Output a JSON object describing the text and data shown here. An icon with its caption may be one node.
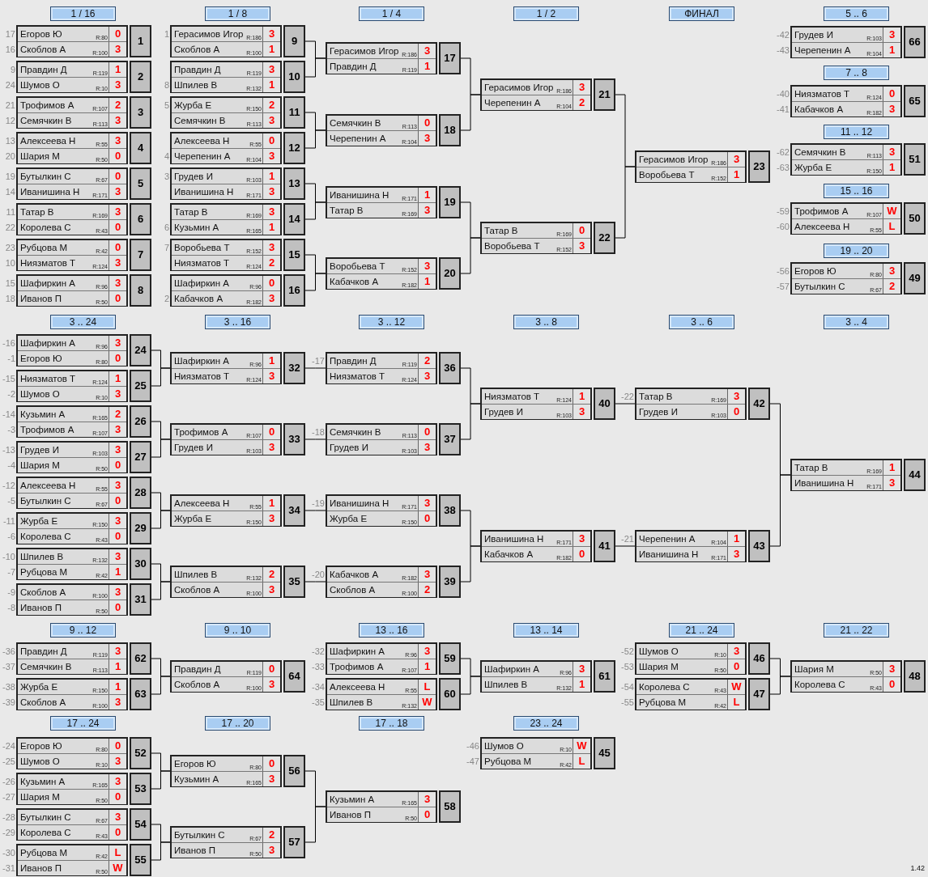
{
  "diagram": {
    "nodes": [
      {
        "text": [
          "1 / 16"
        ]
      },
      {
        "text": [
          "1"
        ]
      },
      {
        "text": [
          "Егоров Ю",
          "R:80",
          "0"
        ],
        "in": 1,
        "beside": [
          "17"
        ]
      },
      {
        "text": [
          "Скоблов А",
          "R:100",
          "3"
        ],
        "in": 1,
        "beside": [
          "16"
        ]
      },
      {
        "text": [
          "2"
        ]
      },
      {
        "text": [
          "Правдин Д",
          "R:119",
          "1"
        ],
        "in": 4,
        "beside": [
          "9"
        ]
      },
      {
        "text": [
          "Шумов О",
          "R:10",
          "3"
        ],
        "in": 4,
        "beside": [
          "24"
        ]
      },
      {
        "text": [
          "3"
        ]
      },
      {
        "text": [
          "Трофимов А",
          "R:107",
          "2"
        ],
        "in": 7,
        "beside": [
          "21"
        ]
      },
      {
        "text": [
          "Семячкин В",
          "R:113",
          "3"
        ],
        "in": 7,
        "beside": [
          "12"
        ]
      },
      {
        "text": [
          "4"
        ]
      },
      {
        "text": [
          "Алексеева Н",
          "R:55",
          "3"
        ],
        "in": 10,
        "beside": [
          "13"
        ]
      },
      {
        "text": [
          "Шария М",
          "R:50",
          "0"
        ],
        "in": 10,
        "beside": [
          "20"
        ]
      },
      {
        "text": [
          "5"
        ]
      },
      {
        "text": [
          "Бутылкин С",
          "R:67",
          "0"
        ],
        "in": 13,
        "beside": [
          "19"
        ]
      },
      {
        "text": [
          "Иванишина Н",
          "R:171",
          "3"
        ],
        "in": 13,
        "beside": [
          "14"
        ]
      },
      {
        "text": [
          "6"
        ]
      },
      {
        "text": [
          "Татар В",
          "R:169",
          "3"
        ],
        "in": 16,
        "beside": [
          "11"
        ]
      },
      {
        "text": [
          "Королева С",
          "R:43",
          "0"
        ],
        "in": 16,
        "beside": [
          "22"
        ]
      },
      {
        "text": [
          "7"
        ]
      },
      {
        "text": [
          "Рубцова М",
          "R:42",
          "0"
        ],
        "in": 19,
        "beside": [
          "23"
        ]
      },
      {
        "text": [
          "Ниязматов Т",
          "R:124",
          "3"
        ],
        "in": 19,
        "beside": [
          "10"
        ]
      },
      {
        "text": [
          "8"
        ]
      },
      {
        "text": [
          "Шафиркин А",
          "R:96",
          "3"
        ],
        "in": 22,
        "beside": [
          "15"
        ]
      },
      {
        "text": [
          "Иванов П",
          "R:50",
          "0"
        ],
        "in": 22,
        "beside": [
          "18"
        ]
      },
      {
        "text": [
          "1 / 8"
        ]
      },
      {
        "text": [
          "9"
        ]
      },
      {
        "text": [
          "Герасимов Игор",
          "R:186",
          "3"
        ],
        "in": 26,
        "beside": [
          "1"
        ]
      },
      {
        "text": [
          "Скоблов А",
          "R:100",
          "1"
        ],
        "in": 26
      },
      {
        "text": [
          "10"
        ]
      },
      {
        "text": [
          "Правдин Д",
          "R:119",
          "3"
        ],
        "in": 29
      },
      {
        "text": [
          "Шпилев В",
          "R:132",
          "1"
        ],
        "in": 29,
        "beside": [
          "8"
        ]
      },
      {
        "text": [
          "11"
        ]
      },
      {
        "text": [
          "Журба Е",
          "R:150",
          "2"
        ],
        "in": 32,
        "beside": [
          "5"
        ]
      },
      {
        "text": [
          "Семячкин В",
          "R:113",
          "3"
        ],
        "in": 32
      },
      {
        "text": [
          "12"
        ]
      },
      {
        "text": [
          "Алексеева Н",
          "R:55",
          "0"
        ],
        "in": 35
      },
      {
        "text": [
          "Черепенин А",
          "R:104",
          "3"
        ],
        "in": 35,
        "beside": [
          "4"
        ]
      },
      {
        "text": [
          "13"
        ]
      },
      {
        "text": [
          "Грудев И",
          "R:103",
          "1"
        ],
        "in": 38,
        "beside": [
          "3"
        ]
      },
      {
        "text": [
          "Иванишина Н",
          "R:171",
          "3"
        ],
        "in": 38
      },
      {
        "text": [
          "14"
        ]
      },
      {
        "text": [
          "Татар В",
          "R:169",
          "3"
        ],
        "in": 41
      },
      {
        "text": [
          "Кузьмин А",
          "R:165",
          "1"
        ],
        "in": 41,
        "beside": [
          "6"
        ]
      },
      {
        "text": [
          "15"
        ]
      },
      {
        "text": [
          "Воробьева Т",
          "R:152",
          "3"
        ],
        "in": 44,
        "beside": [
          "7"
        ]
      },
      {
        "text": [
          "Ниязматов Т",
          "R:124",
          "2"
        ],
        "in": 44
      },
      {
        "text": [
          "16"
        ]
      },
      {
        "text": [
          "Шафиркин А",
          "R:96",
          "0"
        ],
        "in": 47
      },
      {
        "text": [
          "Кабачков А",
          "R:182",
          "3"
        ],
        "in": 47,
        "beside": [
          "2"
        ]
      },
      {
        "text": [
          "1 / 4"
        ]
      },
      {
        "text": [
          "17"
        ]
      },
      {
        "text": [
          "Герасимов Игор",
          "R:186",
          "3"
        ],
        "in": 51
      },
      {
        "text": [
          "Правдин Д",
          "R:119",
          "1"
        ],
        "in": 51
      },
      {
        "text": [
          "18"
        ]
      },
      {
        "text": [
          "Семячкин В",
          "R:113",
          "0"
        ],
        "in": 54
      },
      {
        "text": [
          "Черепенин А",
          "R:104",
          "3"
        ],
        "in": 54
      },
      {
        "text": [
          "19"
        ]
      },
      {
        "text": [
          "Иванишина Н",
          "R:171",
          "1"
        ],
        "in": 57
      },
      {
        "text": [
          "Татар В",
          "R:169",
          "3"
        ],
        "in": 57
      },
      {
        "text": [
          "20"
        ]
      },
      {
        "text": [
          "Воробьева Т",
          "R:152",
          "3"
        ],
        "in": 60
      },
      {
        "text": [
          "Кабачков А",
          "R:182",
          "1"
        ],
        "in": 60
      },
      {
        "text": [
          "1 / 2"
        ]
      },
      {
        "text": [
          "21"
        ]
      },
      {
        "text": [
          "Герасимов Игор",
          "R:186",
          "3"
        ],
        "in": 64
      },
      {
        "text": [
          "Черепенин А",
          "R:104",
          "2"
        ],
        "in": 64
      },
      {
        "text": [
          "22"
        ]
      },
      {
        "text": [
          "Татар В",
          "R:169",
          "0"
        ],
        "in": 67
      },
      {
        "text": [
          "Воробьева Т",
          "R:152",
          "3"
        ],
        "in": 67
      },
      {
        "text": [
          "ФИНАЛ"
        ]
      },
      {
        "text": [
          "23"
        ]
      },
      {
        "text": [
          "Герасимов Игор",
          "R:186",
          "3"
        ],
        "in": 71
      },
      {
        "text": [
          "Воробьева Т",
          "R:152",
          "1"
        ],
        "in": 71
      },
      {
        "text": [
          "5 .. 6"
        ]
      },
      {
        "text": [
          "66"
        ]
      },
      {
        "text": [
          "Грудев И",
          "R:103",
          "3"
        ],
        "in": 75,
        "beside": [
          "-42"
        ]
      },
      {
        "text": [
          "Черепенин А",
          "R:104",
          "1"
        ],
        "in": 75,
        "beside": [
          "-43"
        ]
      },
      {
        "text": [
          "7 .. 8"
        ]
      },
      {
        "text": [
          "65"
        ]
      },
      {
        "text": [
          "Ниязматов Т",
          "R:124",
          "0"
        ],
        "in": 79,
        "beside": [
          "-40"
        ]
      },
      {
        "text": [
          "Кабачков А",
          "R:182",
          "3"
        ],
        "in": 79,
        "beside": [
          "-41"
        ]
      },
      {
        "text": [
          "11 .. 12"
        ]
      },
      {
        "text": [
          "51"
        ]
      },
      {
        "text": [
          "Семячкин В",
          "R:113",
          "3"
        ],
        "in": 83,
        "beside": [
          "-62"
        ]
      },
      {
        "text": [
          "Журба Е",
          "R:150",
          "1"
        ],
        "in": 83,
        "beside": [
          "-63"
        ]
      },
      {
        "text": [
          "15 .. 16"
        ]
      },
      {
        "text": [
          "50"
        ]
      },
      {
        "text": [
          "Трофимов А",
          "R:107",
          "W"
        ],
        "in": 87,
        "beside": [
          "-59"
        ]
      },
      {
        "text": [
          "Алексеева Н",
          "R:55",
          "L"
        ],
        "in": 87,
        "beside": [
          "-60"
        ]
      },
      {
        "text": [
          "19 .. 20"
        ]
      },
      {
        "text": [
          "49"
        ]
      },
      {
        "text": [
          "Егоров Ю",
          "R:80",
          "3"
        ],
        "in": 91,
        "beside": [
          "-56"
        ]
      },
      {
        "text": [
          "Бутылкин С",
          "R:67",
          "2"
        ],
        "in": 91,
        "beside": [
          "-57"
        ]
      },
      {
        "text": [
          "3 .. 24"
        ]
      },
      {
        "text": [
          "24"
        ]
      },
      {
        "text": [
          "Шафиркин А",
          "R:96",
          "3"
        ],
        "in": 95,
        "beside": [
          "-16"
        ]
      },
      {
        "text": [
          "Егоров Ю",
          "R:80",
          "0"
        ],
        "in": 95,
        "beside": [
          "-1"
        ]
      },
      {
        "text": [
          "25"
        ]
      },
      {
        "text": [
          "Ниязматов Т",
          "R:124",
          "1"
        ],
        "in": 98,
        "beside": [
          "-15"
        ]
      },
      {
        "text": [
          "Шумов О",
          "R:10",
          "3"
        ],
        "in": 98,
        "beside": [
          "-2"
        ]
      },
      {
        "text": [
          "26"
        ]
      },
      {
        "text": [
          "Кузьмин А",
          "R:165",
          "2"
        ],
        "in": 101,
        "beside": [
          "-14"
        ]
      },
      {
        "text": [
          "Трофимов А",
          "R:107",
          "3"
        ],
        "in": 101,
        "beside": [
          "-3"
        ]
      },
      {
        "text": [
          "27"
        ]
      },
      {
        "text": [
          "Грудев И",
          "R:103",
          "3"
        ],
        "in": 104,
        "beside": [
          "-13"
        ]
      },
      {
        "text": [
          "Шария М",
          "R:50",
          "0"
        ],
        "in": 104,
        "beside": [
          "-4"
        ]
      },
      {
        "text": [
          "28"
        ]
      },
      {
        "text": [
          "Алексеева Н",
          "R:55",
          "3"
        ],
        "in": 107,
        "beside": [
          "-12"
        ]
      },
      {
        "text": [
          "Бутылкин С",
          "R:67",
          "0"
        ],
        "in": 107,
        "beside": [
          "-5"
        ]
      },
      {
        "text": [
          "29"
        ]
      },
      {
        "text": [
          "Журба Е",
          "R:150",
          "3"
        ],
        "in": 110,
        "beside": [
          "-11"
        ]
      },
      {
        "text": [
          "Королева С",
          "R:43",
          "0"
        ],
        "in": 110,
        "beside": [
          "-6"
        ]
      },
      {
        "text": [
          "30"
        ]
      },
      {
        "text": [
          "Шпилев В",
          "R:132",
          "3"
        ],
        "in": 113,
        "beside": [
          "-10"
        ]
      },
      {
        "text": [
          "Рубцова М",
          "R:42",
          "1"
        ],
        "in": 113,
        "beside": [
          "-7"
        ]
      },
      {
        "text": [
          "31"
        ]
      },
      {
        "text": [
          "Скоблов А",
          "R:100",
          "3"
        ],
        "in": 116,
        "beside": [
          "-9"
        ]
      },
      {
        "text": [
          "Иванов П",
          "R:50",
          "0"
        ],
        "in": 116,
        "beside": [
          "-8"
        ]
      },
      {
        "text": [
          "3 .. 16"
        ]
      },
      {
        "text": [
          "32"
        ]
      },
      {
        "text": [
          "Шафиркин А",
          "R:96",
          "1"
        ],
        "in": 120
      },
      {
        "text": [
          "Ниязматов Т",
          "R:124",
          "3"
        ],
        "in": 120
      },
      {
        "text": [
          "33"
        ]
      },
      {
        "text": [
          "Трофимов А",
          "R:107",
          "0"
        ],
        "in": 123
      },
      {
        "text": [
          "Грудев И",
          "R:103",
          "3"
        ],
        "in": 123
      },
      {
        "text": [
          "34"
        ]
      },
      {
        "text": [
          "Алексеева Н",
          "R:55",
          "1"
        ],
        "in": 126
      },
      {
        "text": [
          "Журба Е",
          "R:150",
          "3"
        ],
        "in": 126
      },
      {
        "text": [
          "35"
        ]
      },
      {
        "text": [
          "Шпилев В",
          "R:132",
          "2"
        ],
        "in": 129
      },
      {
        "text": [
          "Скоблов А",
          "R:100",
          "3"
        ],
        "in": 129
      },
      {
        "text": [
          "3 .. 12"
        ]
      },
      {
        "text": [
          "36"
        ]
      },
      {
        "text": [
          "Правдин Д",
          "R:119",
          "2"
        ],
        "in": 133,
        "beside": [
          "-17"
        ]
      },
      {
        "text": [
          "Ниязматов Т",
          "R:124",
          "3"
        ],
        "in": 133
      },
      {
        "text": [
          "37"
        ]
      },
      {
        "text": [
          "Семячкин В",
          "R:113",
          "0"
        ],
        "in": 136,
        "beside": [
          "-18"
        ]
      },
      {
        "text": [
          "Грудев И",
          "R:103",
          "3"
        ],
        "in": 136
      },
      {
        "text": [
          "38"
        ]
      },
      {
        "text": [
          "Иванишина Н",
          "R:171",
          "3"
        ],
        "in": 139,
        "beside": [
          "-19"
        ]
      },
      {
        "text": [
          "Журба Е",
          "R:150",
          "0"
        ],
        "in": 139
      },
      {
        "text": [
          "39"
        ]
      },
      {
        "text": [
          "Кабачков А",
          "R:182",
          "3"
        ],
        "in": 142,
        "beside": [
          "-20"
        ]
      },
      {
        "text": [
          "Скоблов А",
          "R:100",
          "2"
        ],
        "in": 142
      },
      {
        "text": [
          "3 .. 8"
        ]
      },
      {
        "text": [
          "40"
        ]
      },
      {
        "text": [
          "Ниязматов Т",
          "R:124",
          "1"
        ],
        "in": 146
      },
      {
        "text": [
          "Грудев И",
          "R:103",
          "3"
        ],
        "in": 146
      },
      {
        "text": [
          "41"
        ]
      },
      {
        "text": [
          "Иванишина Н",
          "R:171",
          "3"
        ],
        "in": 149
      },
      {
        "text": [
          "Кабачков А",
          "R:182",
          "0"
        ],
        "in": 149
      },
      {
        "text": [
          "3 .. 6"
        ]
      },
      {
        "text": [
          "42"
        ]
      },
      {
        "text": [
          "Татар В",
          "R:169",
          "3"
        ],
        "in": 153,
        "beside": [
          "-22"
        ]
      },
      {
        "text": [
          "Грудев И",
          "R:103",
          "0"
        ],
        "in": 153
      },
      {
        "text": [
          "43"
        ]
      },
      {
        "text": [
          "Черепенин А",
          "R:104",
          "1"
        ],
        "in": 156,
        "beside": [
          "-21"
        ]
      },
      {
        "text": [
          "Иванишина Н",
          "R:171",
          "3"
        ],
        "in": 156
      },
      {
        "text": [
          "3 .. 4"
        ]
      },
      {
        "text": [
          "44"
        ]
      },
      {
        "text": [
          "Татар В",
          "R:169",
          "1"
        ],
        "in": 160
      },
      {
        "text": [
          "Иванишина Н",
          "R:171",
          "3"
        ],
        "in": 160
      },
      {
        "text": [
          "9 .. 12"
        ]
      },
      {
        "text": [
          "62"
        ]
      },
      {
        "text": [
          "Правдин Д",
          "R:119",
          "3"
        ],
        "in": 164,
        "beside": [
          "-36"
        ]
      },
      {
        "text": [
          "Семячкин В",
          "R:113",
          "1"
        ],
        "in": 164,
        "beside": [
          "-37"
        ]
      },
      {
        "text": [
          "63"
        ]
      },
      {
        "text": [
          "Журба Е",
          "R:150",
          "1"
        ],
        "in": 167,
        "beside": [
          "-38"
        ]
      },
      {
        "text": [
          "Скоблов А",
          "R:100",
          "3"
        ],
        "in": 167,
        "beside": [
          "-39"
        ]
      },
      {
        "text": [
          "9 .. 10"
        ]
      },
      {
        "text": [
          "64"
        ]
      },
      {
        "text": [
          "Правдин Д",
          "R:119",
          "0"
        ],
        "in": 171
      },
      {
        "text": [
          "Скоблов А",
          "R:100",
          "3"
        ],
        "in": 171
      },
      {
        "text": [
          "13 .. 16"
        ]
      },
      {
        "text": [
          "59"
        ]
      },
      {
        "text": [
          "Шафиркин А",
          "R:96",
          "3"
        ],
        "in": 175,
        "beside": [
          "-32"
        ]
      },
      {
        "text": [
          "Трофимов А",
          "R:107",
          "1"
        ],
        "in": 175,
        "beside": [
          "-33"
        ]
      },
      {
        "text": [
          "60"
        ]
      },
      {
        "text": [
          "Алексеева Н",
          "R:55",
          "L"
        ],
        "in": 178,
        "beside": [
          "-34"
        ]
      },
      {
        "text": [
          "Шпилев В",
          "R:132",
          "W"
        ],
        "in": 178,
        "beside": [
          "-35"
        ]
      },
      {
        "text": [
          "13 .. 14"
        ]
      },
      {
        "text": [
          "61"
        ]
      },
      {
        "text": [
          "Шафиркин А",
          "R:96",
          "3"
        ],
        "in": 182
      },
      {
        "text": [
          "Шпилев В",
          "R:132",
          "1"
        ],
        "in": 182
      },
      {
        "text": [
          "21 .. 24"
        ]
      },
      {
        "text": [
          "46"
        ]
      },
      {
        "text": [
          "Шумов О",
          "R:10",
          "3"
        ],
        "in": 186,
        "beside": [
          "-52"
        ]
      },
      {
        "text": [
          "Шария М",
          "R:50",
          "0"
        ],
        "in": 186,
        "beside": [
          "-53"
        ]
      },
      {
        "text": [
          "47"
        ]
      },
      {
        "text": [
          "Королева С",
          "R:43",
          "W"
        ],
        "in": 189,
        "beside": [
          "-54"
        ]
      },
      {
        "text": [
          "Рубцова М",
          "R:42",
          "L"
        ],
        "in": 189,
        "beside": [
          "-55"
        ]
      },
      {
        "text": [
          "21 .. 22"
        ]
      },
      {
        "text": [
          "48"
        ]
      },
      {
        "text": [
          "Шария М",
          "R:50",
          "3"
        ],
        "in": 193
      },
      {
        "text": [
          "Королева С",
          "R:43",
          "0"
        ],
        "in": 193
      },
      {
        "text": [
          "17 .. 24"
        ]
      },
      {
        "text": [
          "52"
        ]
      },
      {
        "text": [
          "Егоров Ю",
          "R:80",
          "0"
        ],
        "in": 197,
        "beside": [
          "-24"
        ]
      },
      {
        "text": [
          "Шумов О",
          "R:10",
          "3"
        ],
        "in": 197,
        "beside": [
          "-25"
        ]
      },
      {
        "text": [
          "53"
        ]
      },
      {
        "text": [
          "Кузьмин А",
          "R:165",
          "3"
        ],
        "in": 200,
        "beside": [
          "-26"
        ]
      },
      {
        "text": [
          "Шария М",
          "R:50",
          "0"
        ],
        "in": 200,
        "beside": [
          "-27"
        ]
      },
      {
        "text": [
          "54"
        ]
      },
      {
        "text": [
          "Бутылкин С",
          "R:67",
          "3"
        ],
        "in": 203,
        "beside": [
          "-28"
        ]
      },
      {
        "text": [
          "Королева С",
          "R:43",
          "0"
        ],
        "in": 203,
        "beside": [
          "-29"
        ]
      },
      {
        "text": [
          "55"
        ]
      },
      {
        "text": [
          "Рубцова М",
          "R:42",
          "L"
        ],
        "in": 206,
        "beside": [
          "-30"
        ]
      },
      {
        "text": [
          "Иванов П",
          "R:50",
          "W"
        ],
        "in": 206,
        "beside": [
          "-31"
        ]
      },
      {
        "text": [
          "17 .. 20"
        ]
      },
      {
        "text": [
          "56"
        ]
      },
      {
        "text": [
          "Егоров Ю",
          "R:80",
          "0"
        ],
        "in": 210
      },
      {
        "text": [
          "Кузьмин А",
          "R:165",
          "3"
        ],
        "in": 210
      },
      {
        "text": [
          "57"
        ]
      },
      {
        "text": [
          "Бутылкин С",
          "R:67",
          "2"
        ],
        "in": 213
      },
      {
        "text": [
          "Иванов П",
          "R:50",
          "3"
        ],
        "in": 213
      },
      {
        "text": [
          "17 .. 18"
        ]
      },
      {
        "text": [
          "58"
        ]
      },
      {
        "text": [
          "Кузьмин А",
          "R:165",
          "3"
        ],
        "in": 217
      },
      {
        "text": [
          "Иванов П",
          "R:50",
          "0"
        ],
        "in": 217
      },
      {
        "text": [
          "23 .. 24"
        ]
      },
      {
        "text": [
          "45"
        ]
      },
      {
        "text": [
          "Шумов О",
          "R:10",
          "W"
        ],
        "in": 221,
        "beside": [
          "-46"
        ]
      },
      {
        "text": [
          "Рубцова М",
          "R:42",
          "L"
        ],
        "in": 221,
        "beside": [
          "-47"
        ]
      }
    ],
    "edges": [
      {
        "from": 26,
        "to": 51,
        "arrow": "none"
      },
      {
        "from": 29,
        "to": 51,
        "arrow": "none"
      },
      {
        "from": 32,
        "to": 54,
        "arrow": "none"
      },
      {
        "from": 35,
        "to": 54,
        "arrow": "none"
      },
      {
        "from": 38,
        "to": 57,
        "arrow": "none"
      },
      {
        "from": 41,
        "to": 57,
        "arrow": "none"
      },
      {
        "from": 44,
        "to": 60,
        "arrow": "none"
      },
      {
        "from": 47,
        "to": 60,
        "arrow": "none"
      },
      {
        "from": 51,
        "to": 64,
        "arrow": "none"
      },
      {
        "from": 54,
        "to": 64,
        "arrow": "none"
      },
      {
        "from": 57,
        "to": 67,
        "arrow": "none"
      },
      {
        "from": 60,
        "to": 67,
        "arrow": "none"
      },
      {
        "from": 64,
        "to": 71,
        "arrow": "none"
      },
      {
        "from": 67,
        "to": 71,
        "arrow": "none"
      },
      {
        "from": 95,
        "to": 120,
        "arrow": "none"
      },
      {
        "from": 98,
        "to": 120,
        "arrow": "none"
      },
      {
        "from": 101,
        "to": 123,
        "arrow": "none"
      },
      {
        "from": 104,
        "to": 123,
        "arrow": "none"
      },
      {
        "from": 107,
        "to": 126,
        "arrow": "none"
      },
      {
        "from": 110,
        "to": 126,
        "arrow": "none"
      },
      {
        "from": 113,
        "to": 129,
        "arrow": "none"
      },
      {
        "from": 116,
        "to": 129,
        "arrow": "none"
      },
      {
        "from": 120,
        "to": 133,
        "arrow": "none"
      },
      {
        "from": 123,
        "to": 136,
        "arrow": "none"
      },
      {
        "from": 126,
        "to": 139,
        "arrow": "none"
      },
      {
        "from": 129,
        "to": 142,
        "arrow": "none"
      },
      {
        "from": 133,
        "to": 146,
        "arrow": "none"
      },
      {
        "from": 136,
        "to": 146,
        "arrow": "none"
      },
      {
        "from": 139,
        "to": 149,
        "arrow": "none"
      },
      {
        "from": 142,
        "to": 149,
        "arrow": "none"
      },
      {
        "from": 146,
        "to": 153,
        "arrow": "none"
      },
      {
        "from": 149,
        "to": 156,
        "arrow": "none"
      },
      {
        "from": 153,
        "to": 160,
        "arrow": "none"
      },
      {
        "from": 156,
        "to": 160,
        "arrow": "none"
      },
      {
        "from": 164,
        "to": 171,
        "arrow": "none"
      },
      {
        "from": 167,
        "to": 171,
        "arrow": "none"
      },
      {
        "from": 175,
        "to": 182,
        "arrow": "none"
      },
      {
        "from": 178,
        "to": 182,
        "arrow": "none"
      },
      {
        "from": 186,
        "to": 193,
        "arrow": "none"
      },
      {
        "from": 189,
        "to": 193,
        "arrow": "none"
      },
      {
        "from": 197,
        "to": 210,
        "arrow": "none"
      },
      {
        "from": 200,
        "to": 210,
        "arrow": "none"
      },
      {
        "from": 203,
        "to": 213,
        "arrow": "none"
      },
      {
        "from": 206,
        "to": 213,
        "arrow": "none"
      },
      {
        "from": 210,
        "to": 217,
        "arrow": "none"
      },
      {
        "from": 213,
        "to": 217,
        "arrow": "none"
      }
    ],
    "labels": [
      "1.42"
    ]
  }
}
